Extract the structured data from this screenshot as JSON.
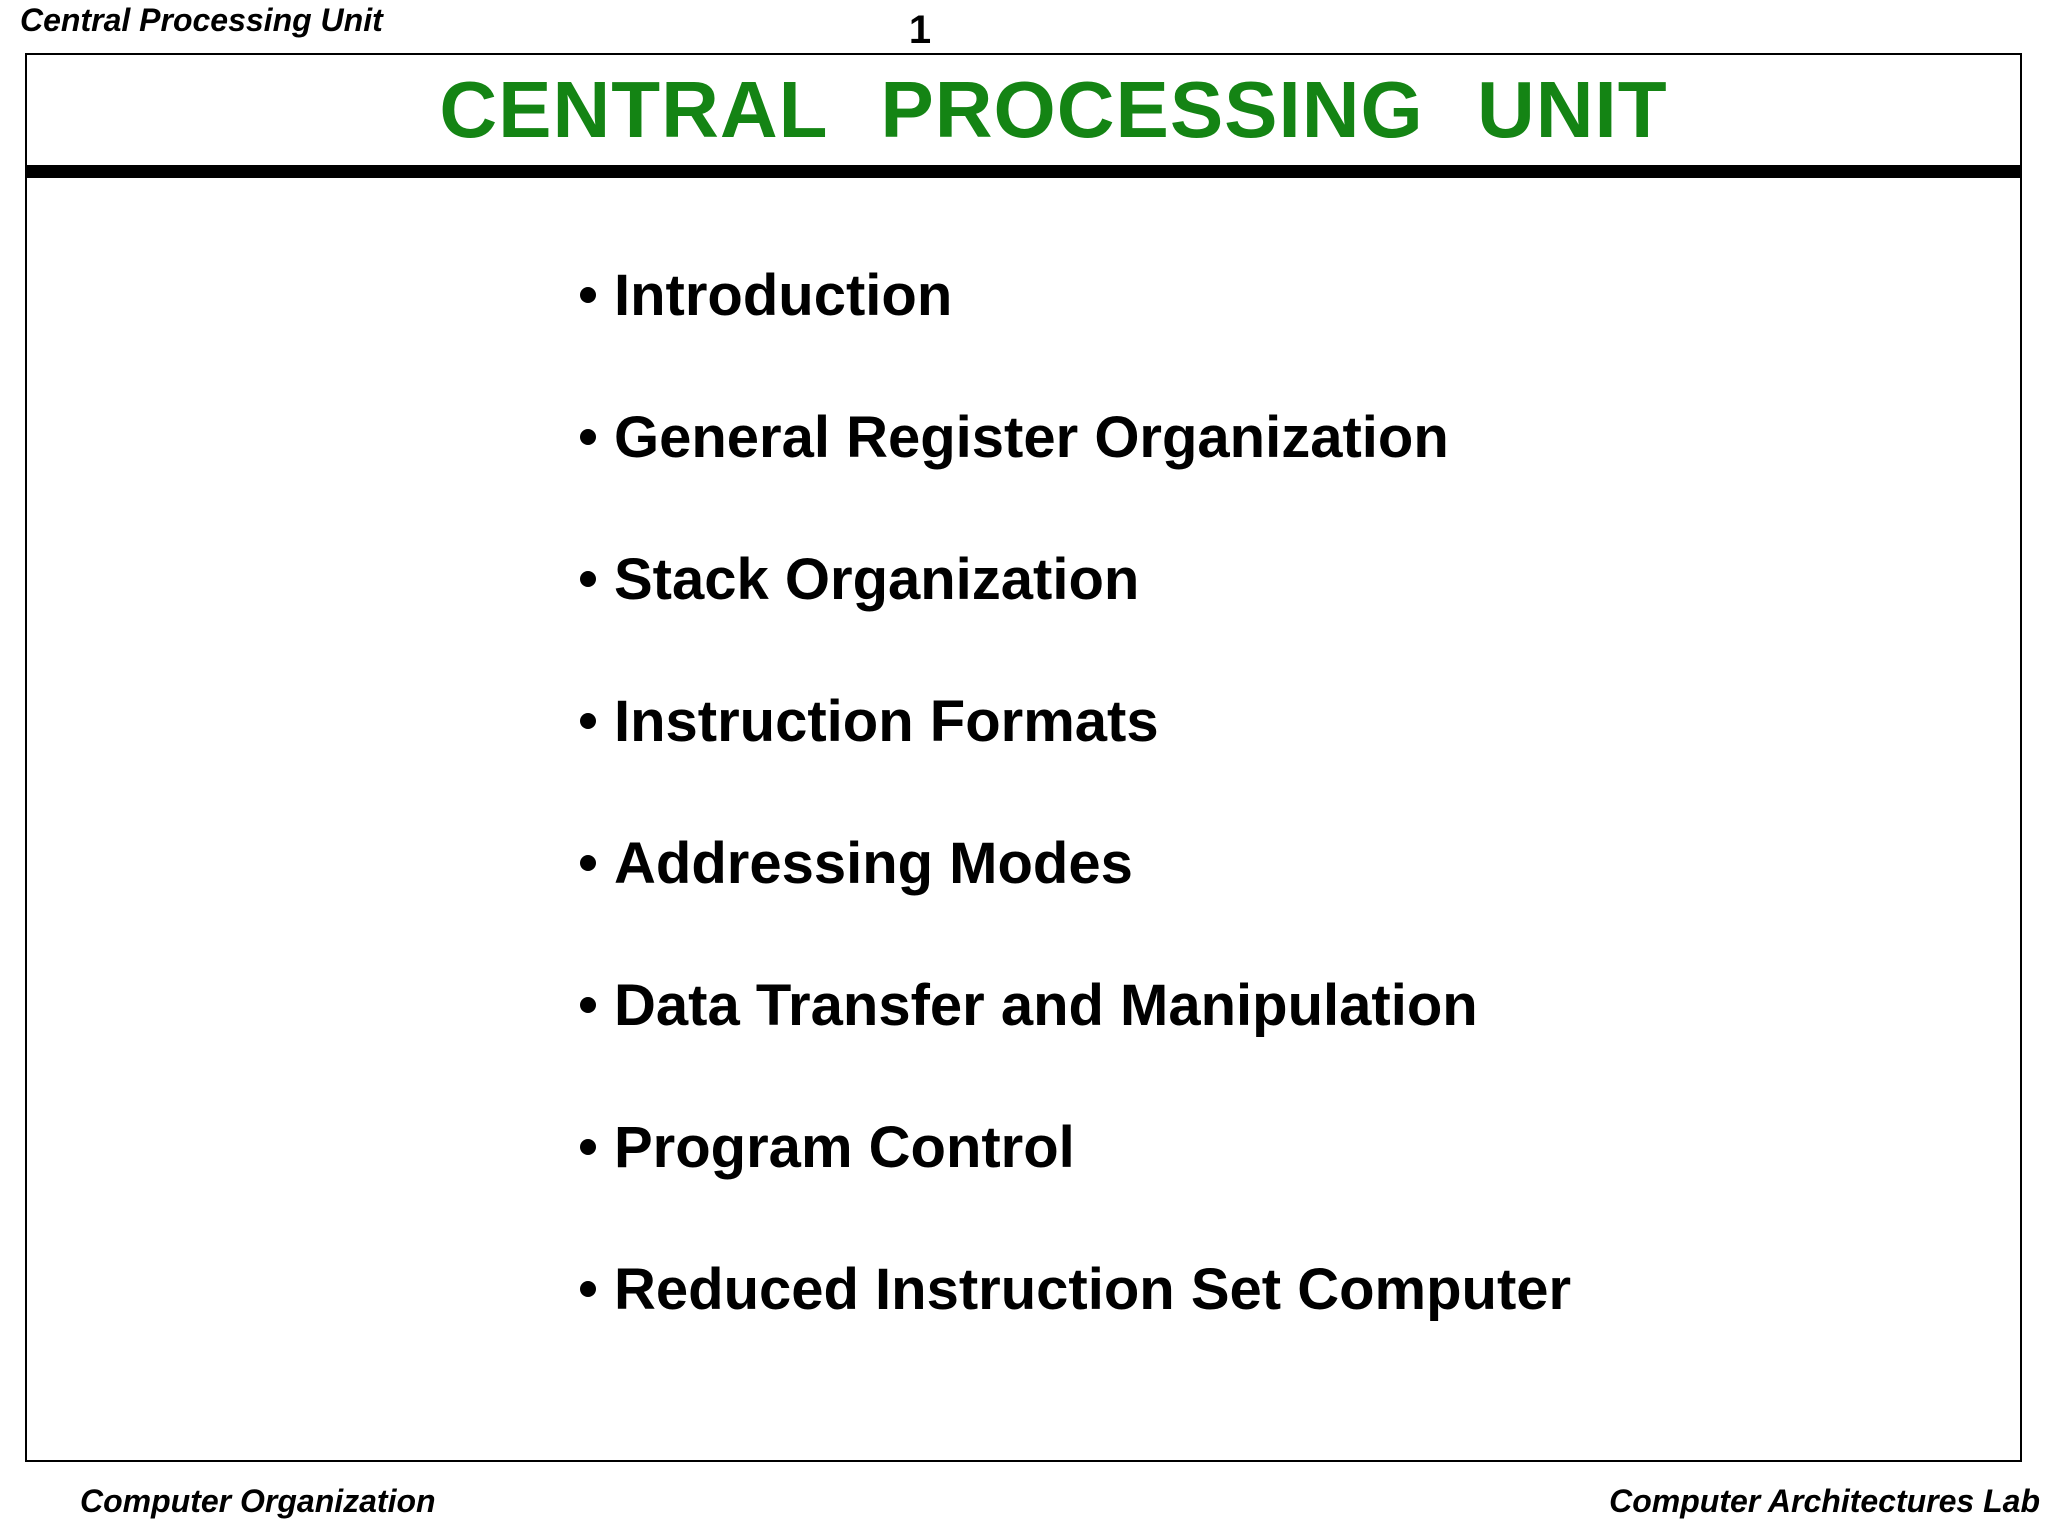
{
  "colors": {
    "title_green": "#148414",
    "text_black": "#000000"
  },
  "header": {
    "course_label": "Central Processing Unit",
    "page_number": "1"
  },
  "slide": {
    "title": "CENTRAL PROCESSING UNIT",
    "bullets": [
      "Introduction",
      "General Register Organization",
      "Stack Organization",
      "Instruction Formats",
      "Addressing Modes",
      "Data Transfer and Manipulation",
      "Program Control",
      "Reduced Instruction Set Computer"
    ]
  },
  "footer": {
    "left": "Computer Organization",
    "right": "Computer Architectures Lab"
  }
}
